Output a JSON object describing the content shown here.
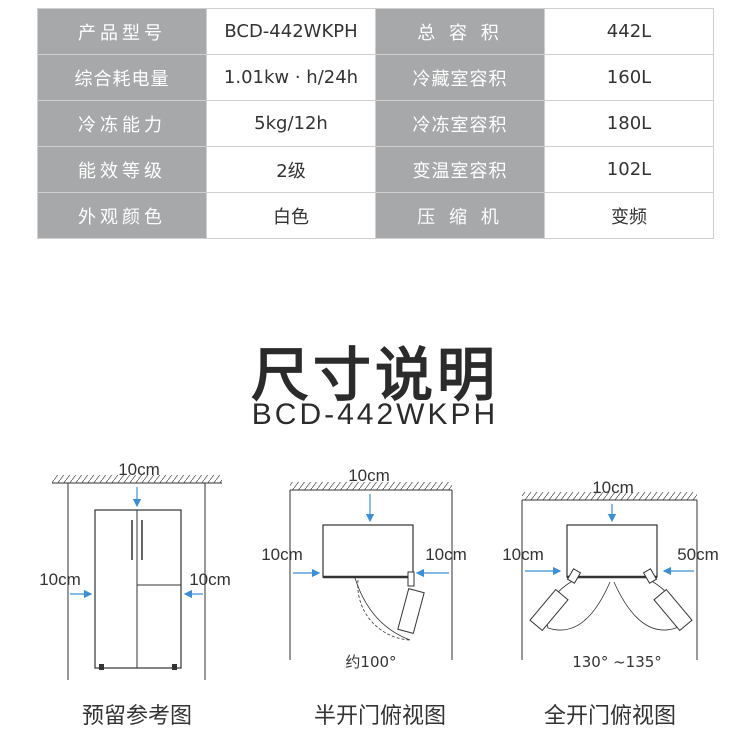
{
  "specs": {
    "rows": [
      [
        {
          "k": "产品型号",
          "v": "BCD-442WKPH"
        },
        {
          "k": "总 容 积",
          "v": "442L"
        }
      ],
      [
        {
          "k": "综合耗电量",
          "v": "1.01kw · h/24h"
        },
        {
          "k": "冷藏室容积",
          "v": "160L"
        }
      ],
      [
        {
          "k": "冷冻能力",
          "v": "5kg/12h"
        },
        {
          "k": "冷冻室容积",
          "v": "180L"
        }
      ],
      [
        {
          "k": "能效等级",
          "v": "2级"
        },
        {
          "k": "变温室容积",
          "v": "102L"
        }
      ],
      [
        {
          "k": "外观颜色",
          "v": "白色"
        },
        {
          "k": "压 缩 机",
          "v": "变频"
        }
      ]
    ]
  },
  "section": {
    "title": "尺寸说明",
    "model": "BCD-442WKPH"
  },
  "diagrams": {
    "reserve": {
      "top": "10cm",
      "left": "10cm",
      "right": "10cm",
      "caption": "预留参考图"
    },
    "half_open": {
      "top": "10cm",
      "left": "10cm",
      "right": "10cm",
      "angle": "约100°",
      "caption": "半开门俯视图"
    },
    "full_open": {
      "top": "10cm",
      "left": "10cm",
      "right": "50cm",
      "angle": "130° ~135°",
      "caption": "全开门俯视图"
    }
  },
  "colors": {
    "key_bg": "#a7a8aa",
    "arrow": "#3b8fd6",
    "line": "#333333"
  }
}
